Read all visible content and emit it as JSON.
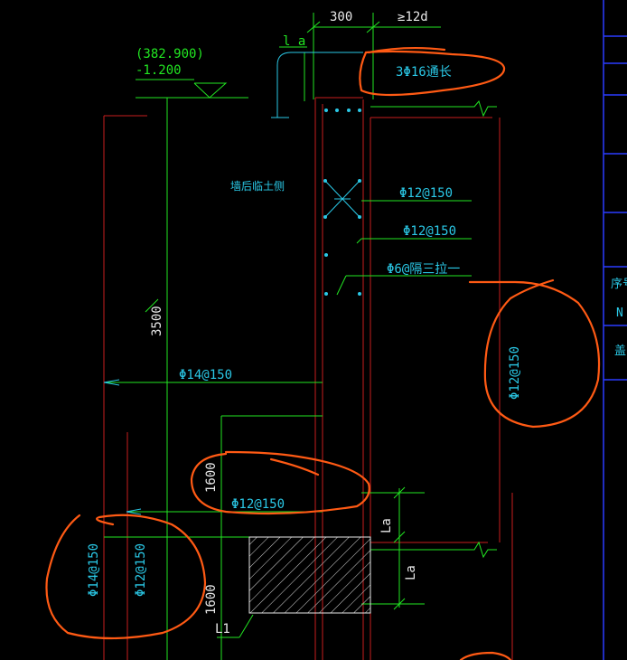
{
  "colors": {
    "background": "#000000",
    "dimension_green": "#22e622",
    "rebar_cyan": "#2ac8e6",
    "wall_red": "#c81e1e",
    "markup_orange": "#ff5a14",
    "text_white": "#e8e8e8"
  },
  "dimensions": {
    "width_300": "300",
    "anchor_12d": "≥12d",
    "la_top": "l a",
    "height_3500": "3500",
    "height_1600_upper": "1600",
    "height_1600_lower": "1600",
    "la_right_upper": "La",
    "la_right_lower": "La"
  },
  "elevation": {
    "value_paren": "(382.900)",
    "value_rel": "-1.200"
  },
  "labels": {
    "soil_side": "墙后临土侧",
    "top_bars": "3Φ16通长",
    "horiz_bar_1": "Φ12@150",
    "horiz_bar_2": "Φ12@150",
    "tie_bar": "Φ6@隔三拉一",
    "right_bar_circled": "Φ12@150",
    "vert_bar_14": "Φ14@150",
    "mid_bar_12": "Φ12@150",
    "left_bar_14_circled": "Φ14@150",
    "left_bar_12": "Φ12@150",
    "beam_label": "L1"
  },
  "title_block": {
    "seq_label": "序号",
    "n_label": "N",
    "cover_label": "盖"
  }
}
